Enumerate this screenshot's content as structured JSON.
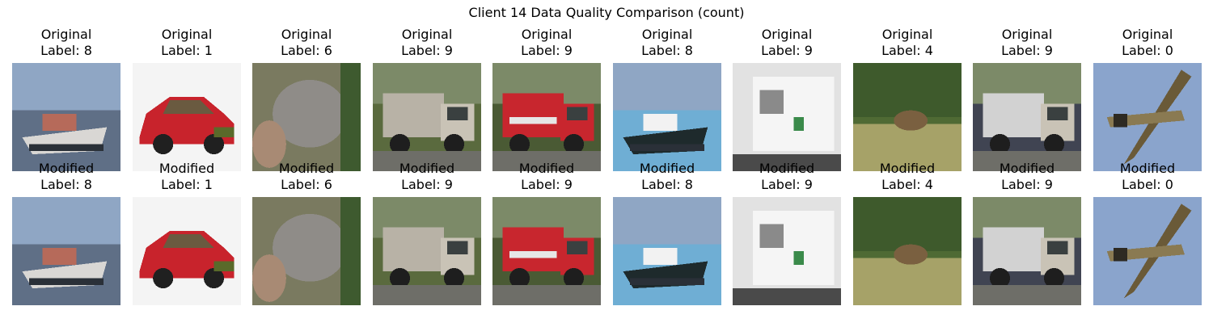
{
  "figure": {
    "title": "Client 14 Data Quality Comparison (count)"
  },
  "rows": [
    {
      "prefix": "Original",
      "labels": [
        8,
        1,
        6,
        9,
        9,
        8,
        9,
        4,
        9,
        0
      ]
    },
    {
      "prefix": "Modified",
      "labels": [
        8,
        1,
        6,
        9,
        9,
        8,
        9,
        4,
        9,
        0
      ]
    }
  ],
  "label_prefix": "Label: ",
  "images": [
    {
      "subject": "ship",
      "bg": "#5f6f86",
      "fg": "#d9d7d4",
      "accent": "#b66a5a"
    },
    {
      "subject": "car",
      "bg": "#f4f4f4",
      "fg": "#c8232c",
      "accent": "#5a6a2a"
    },
    {
      "subject": "frog",
      "bg": "#7a7a60",
      "fg": "#8f8c88",
      "accent": "#3e5a2f"
    },
    {
      "subject": "truck",
      "bg": "#5a6a3e",
      "fg": "#b8b2a6",
      "accent": "#2c2c2c"
    },
    {
      "subject": "fire-truck",
      "bg": "#4a5a34",
      "fg": "#c8262e",
      "accent": "#e6e6e6"
    },
    {
      "subject": "ship",
      "bg": "#6faed4",
      "fg": "#1e2a2c",
      "accent": "#f2f2f2"
    },
    {
      "subject": "truck-cab",
      "bg": "#e2e2e2",
      "fg": "#f5f5f5",
      "accent": "#3a8a4a"
    },
    {
      "subject": "deer-in-forest",
      "bg": "#4f6a34",
      "fg": "#7a6040",
      "accent": "#a6a268"
    },
    {
      "subject": "truck",
      "bg": "#404452",
      "fg": "#d2d2d2",
      "accent": "#c8262e"
    },
    {
      "subject": "airplane",
      "bg": "#8aa4cc",
      "fg": "#6a5a38",
      "accent": "#2e2a22"
    }
  ]
}
